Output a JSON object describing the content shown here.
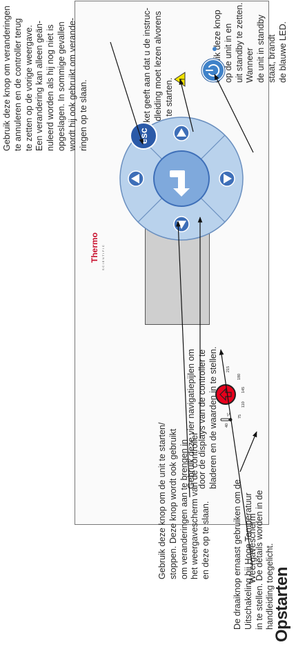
{
  "page": {
    "title": "Opstarten"
  },
  "labels": {
    "display": "Weergavescherm",
    "brand_name": "Thermo",
    "brand_sub": "SCIENTIFIC",
    "esc": "esc",
    "dial_unit": "°C"
  },
  "descriptions": {
    "enter": [
      "Gebruik deze knop om de unit te starten/",
      "stoppen. Deze knop wordt ook gebruikt",
      "om veranderingen aan te brengen in",
      "het weergavescherm van de controller",
      "en deze op te slaan."
    ],
    "navigation": [
      "Gebruik deze vier navigatiepijlen om",
      "door de displays van de controller te",
      "bladeren en de waarden in te stellen."
    ],
    "dial": [
      "De draaiknop ernaast gebruiken om de",
      "Uitschakeling bij Hoge Temperatuur",
      "in te stellen. De details worden in de",
      "handleiding toegelicht."
    ],
    "esc": [
      "Gebruik deze knop om veranderingen",
      "te annuleren en de controller terug",
      "te zetten op de vorige weergave.",
      "Een verandering kan alleen geän-",
      "nuleerd worden als hij nog niet is",
      "opgeslagen. In sommige gevallen",
      "wordt hij ook gebruikt om verande-",
      "ringen op te slaan."
    ],
    "warning": [
      "Dit etiket geeft aan dat u de instruc-",
      "tiehandleiding moet lezen alvorens",
      "de unit te starten."
    ],
    "standby": [
      "Gebruik deze knop op de unit in en",
      "uit standby te zetten. Wanneer",
      "de unit in standby staat, brandt",
      "de blauwe LED."
    ]
  },
  "dial": {
    "ticks": [
      "40",
      "75",
      "110",
      "145",
      "180",
      "215"
    ]
  },
  "colors": {
    "pad_outer": "#b9d2ec",
    "pad_inner": "#7fa9dc",
    "button_blue": "#3e6fb8",
    "enter_blue": "#2b5aa8",
    "warning_yellow": "#f2e200",
    "knob_red": "#e8001c",
    "standby_blue": "#3f82c9",
    "logo_red": "#c8102e"
  }
}
